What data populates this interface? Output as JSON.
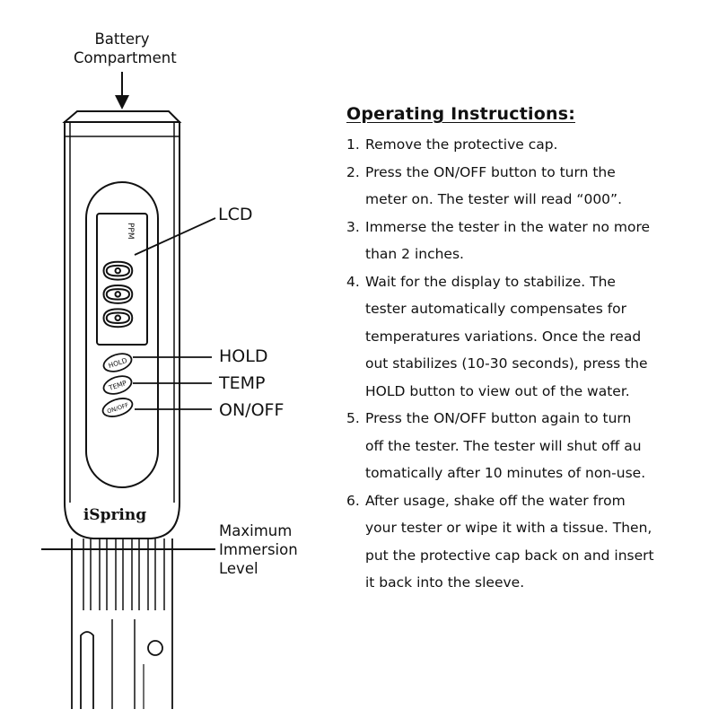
{
  "labels": {
    "battery": [
      "Battery",
      "Compartment"
    ],
    "lcd": "LCD",
    "hold": "HOLD",
    "temp": "TEMP",
    "onoff": "ON/OFF",
    "immersion": [
      "Maximum",
      "Immersion",
      "Level"
    ]
  },
  "device": {
    "brand": "iSpring",
    "display_unit": "PPM",
    "display_value": "000",
    "button_hold": "HOLD",
    "button_temp": "TEMP",
    "button_onoff": "ON/OFF"
  },
  "instructions": {
    "title": "Operating Instructions:",
    "steps": [
      {
        "num": "1.",
        "lines": [
          "Remove the protective cap."
        ]
      },
      {
        "num": "2.",
        "lines": [
          "Press the ON/OFF button to turn the",
          "meter on. The tester will read “000”."
        ]
      },
      {
        "num": "3.",
        "lines": [
          "Immerse the tester in the water no more",
          "than 2 inches."
        ]
      },
      {
        "num": "4.",
        "lines": [
          "Wait for the display to stabilize. The",
          "tester automatically compensates for",
          "temperatures variations. Once the read",
          "out stabilizes (10-30 seconds), press the",
          "HOLD button to view out of the water."
        ]
      },
      {
        "num": "5.",
        "lines": [
          "Press the ON/OFF button again to turn",
          "off the tester. The tester will shut off au",
          "tomatically after 10 minutes of non-use."
        ]
      },
      {
        "num": "6.",
        "lines": [
          "After usage, shake off the water from",
          "your tester or wipe it with a tissue. Then,",
          "put the protective cap back on and insert",
          "it back into the sleeve."
        ]
      }
    ]
  }
}
